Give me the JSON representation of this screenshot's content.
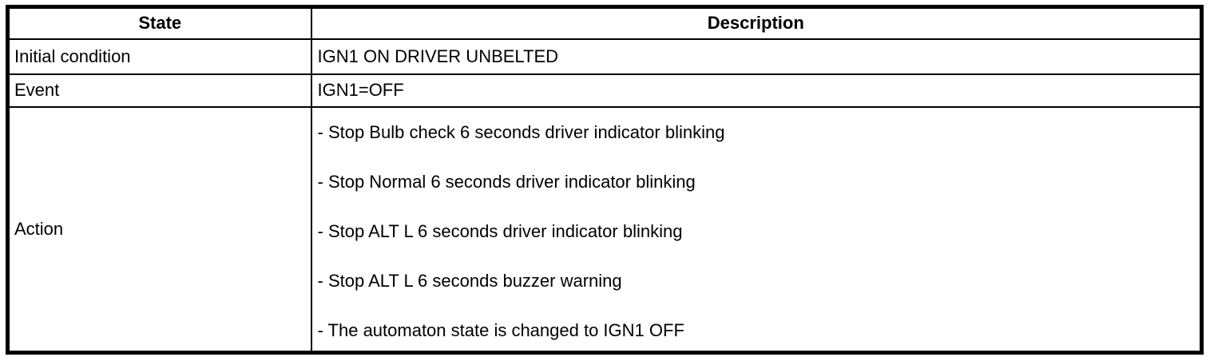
{
  "table": {
    "columns": [
      {
        "label": "State"
      },
      {
        "label": "Description"
      }
    ],
    "rows": [
      {
        "state": "Initial condition",
        "description_lines": [
          "IGN1 ON DRIVER UNBELTED"
        ]
      },
      {
        "state": "Event",
        "description_lines": [
          "IGN1=OFF"
        ]
      },
      {
        "state": "Action",
        "description_lines": [
          "- Stop Bulb check 6 seconds driver indicator blinking",
          "- Stop Normal 6 seconds driver indicator blinking",
          "- Stop ALT L 6 seconds driver indicator blinking",
          "- Stop ALT L 6 seconds buzzer warning",
          "- The automaton state is changed to IGN1 OFF"
        ]
      }
    ],
    "colors": {
      "border": "#000000",
      "text": "#000000",
      "background": "#ffffff"
    }
  }
}
